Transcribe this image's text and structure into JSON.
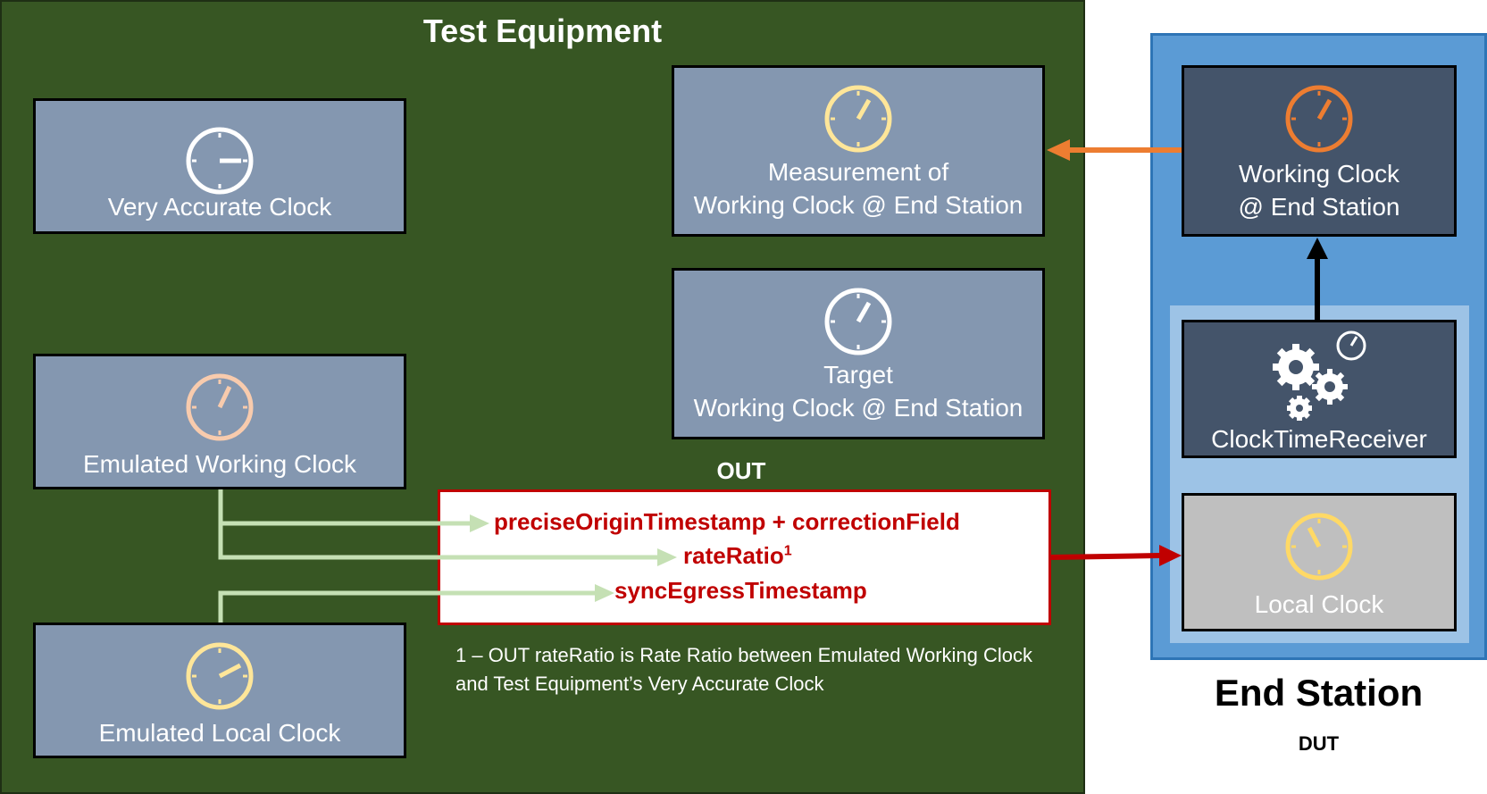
{
  "test_equipment": {
    "title": "Test Equipment",
    "very_accurate_clock": "Very Accurate Clock",
    "measurement_clock": "Measurement of\nWorking Clock @ End Station",
    "target_clock": "Target\nWorking Clock @ End Station",
    "emulated_working_clock": "Emulated Working Clock",
    "emulated_local_clock": "Emulated Local Clock"
  },
  "out": {
    "label": "OUT",
    "line1": "preciseOriginTimestamp + correctionField",
    "line2": "rateRatio",
    "line2_sup": "1",
    "line3": "syncEgressTimestamp"
  },
  "footnote": "1 – OUT rateRatio is Rate Ratio between Emulated Working Clock and Test Equipment’s Very Accurate Clock",
  "end_station": {
    "title": "End Station",
    "subtitle": "DUT",
    "working_clock": "Working Clock\n@ End Station",
    "clock_time_receiver": "ClockTimeReceiver",
    "local_clock": "Local Clock"
  },
  "colors": {
    "test_equipment_bg": "#375623",
    "box_bg": "#8497b0",
    "end_station_bg": "#5b9bd5",
    "end_station_inner_bg": "#9dc3e6",
    "dark_box_bg": "#44546a",
    "local_clock_bg": "#bfbfbf",
    "out_text": "#c00000",
    "arrow_green": "#c5e0b4",
    "arrow_orange": "#ed7d31",
    "clock_white": "#ffffff",
    "clock_yellow": "#ffe699",
    "clock_pink": "#f8cbad",
    "clock_orange": "#ed7d31",
    "clock_gold": "#ffd966"
  },
  "icons": [
    "clock-icon",
    "gears-icon"
  ]
}
